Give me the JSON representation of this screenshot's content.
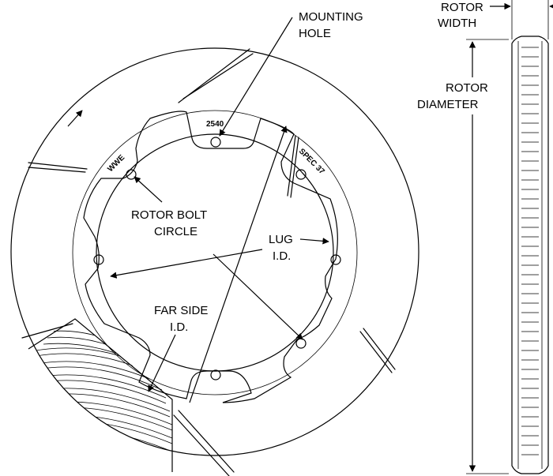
{
  "labels": {
    "mounting_hole": [
      "MOUNTING",
      "HOLE"
    ],
    "rotor_bolt_circle": [
      "ROTOR BOLT",
      "CIRCLE"
    ],
    "lug_id": [
      "LUG",
      "I.D."
    ],
    "far_side_id": [
      "FAR SIDE",
      "I.D."
    ],
    "rotor_width": [
      "ROTOR",
      "WIDTH"
    ],
    "rotor_diameter": [
      "ROTOR",
      "DIAMETER"
    ]
  },
  "engravings": {
    "part_number": "2540",
    "brand": "WWE",
    "spec": "SPEC  37"
  },
  "colors": {
    "line": "#000000",
    "background": "#ffffff"
  }
}
